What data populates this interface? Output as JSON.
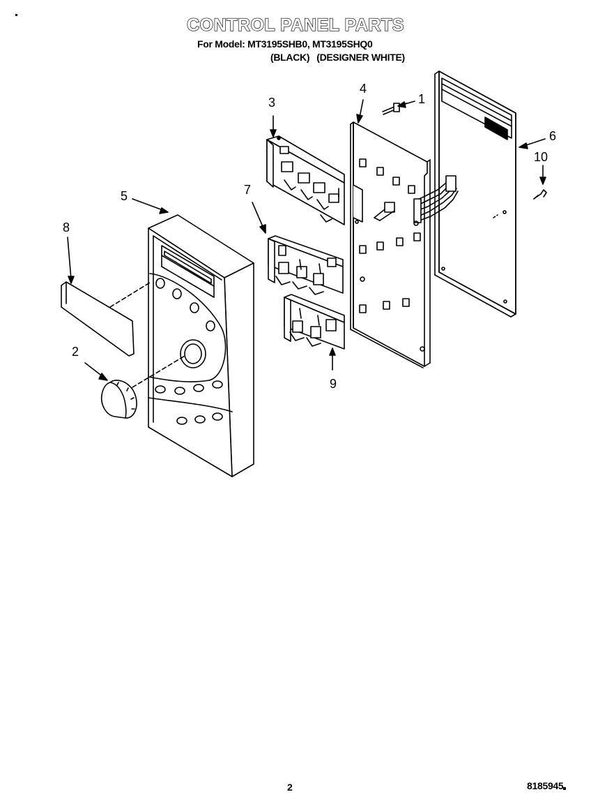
{
  "header": {
    "title": "CONTROL PANEL PARTS",
    "model_line": "For Model: MT3195SHB0, MT3195SHQ0",
    "variant_black": "(BLACK)",
    "variant_white": "(DESIGNER WHITE)"
  },
  "callouts": {
    "c1": "1",
    "c2": "2",
    "c3": "3",
    "c4": "4",
    "c5": "5",
    "c6": "6",
    "c7": "7",
    "c8": "8",
    "c9": "9",
    "c10": "10"
  },
  "footer": {
    "page_number": "2",
    "document_number": "8185945"
  }
}
